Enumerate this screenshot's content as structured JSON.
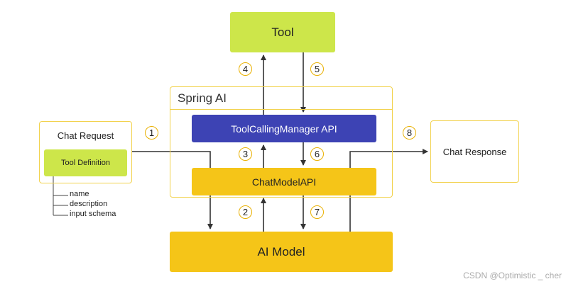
{
  "nodes": {
    "tool": "Tool",
    "spring_ai": "Spring AI",
    "tool_calling_manager": "ToolCallingManager API",
    "chat_model_api": "ChatModelAPI",
    "chat_request": "Chat Request",
    "tool_definition": "Tool Definition",
    "chat_response": "Chat Response",
    "ai_model": "AI Model"
  },
  "tool_definition_props": [
    "name",
    "description",
    "input schema"
  ],
  "steps": [
    "1",
    "2",
    "3",
    "4",
    "5",
    "6",
    "7",
    "8"
  ],
  "colors": {
    "tool_green": "#cde64a",
    "spring_border": "#f2d24d",
    "manager_blue": "#3d43b4",
    "model_yellow": "#f5c518"
  },
  "watermark": "CSDN @Optimistic _ cher"
}
